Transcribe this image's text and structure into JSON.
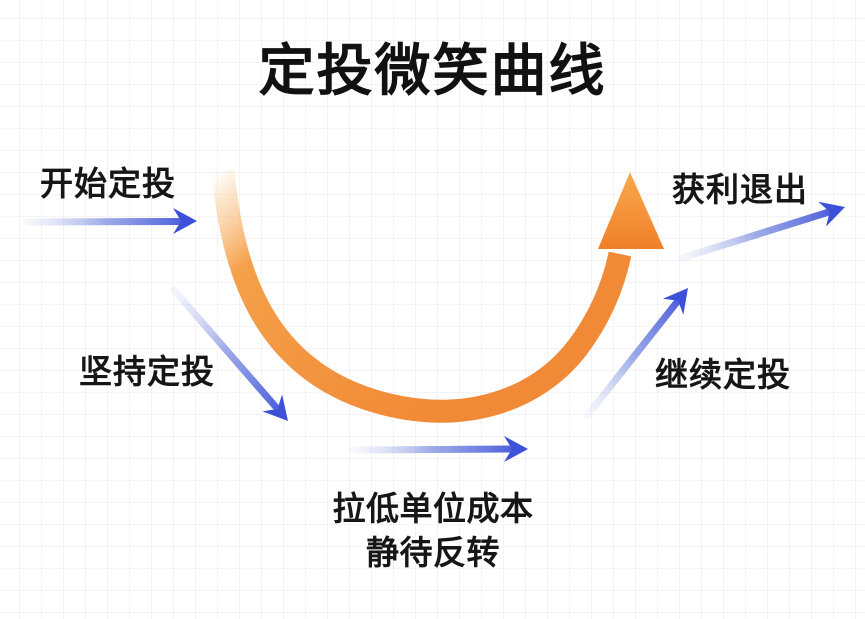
{
  "title": "定投微笑曲线",
  "stages": [
    {
      "name": "start",
      "label": "开始定投",
      "arrow": "right"
    },
    {
      "name": "persist",
      "label": "坚持定投",
      "arrow": "down-right"
    },
    {
      "name": "lower-cost",
      "label_line1": "拉低单位成本",
      "label_line2": "静待反转",
      "arrow": "right"
    },
    {
      "name": "continue",
      "label": "继续定投",
      "arrow": "up-right"
    },
    {
      "name": "exit",
      "label": "获利退出",
      "arrow": "up-right"
    }
  ],
  "colors": {
    "curve_orange": "#F18A36",
    "curve_orange_light": "#F8AC52",
    "arrow_blue": "#3D50D8",
    "arrow_blue_light": "#CBD2EE",
    "title_text": "#111111",
    "label_text": "#161616",
    "background": "#FFFFFF",
    "grid_line": "#F3F2F4"
  }
}
